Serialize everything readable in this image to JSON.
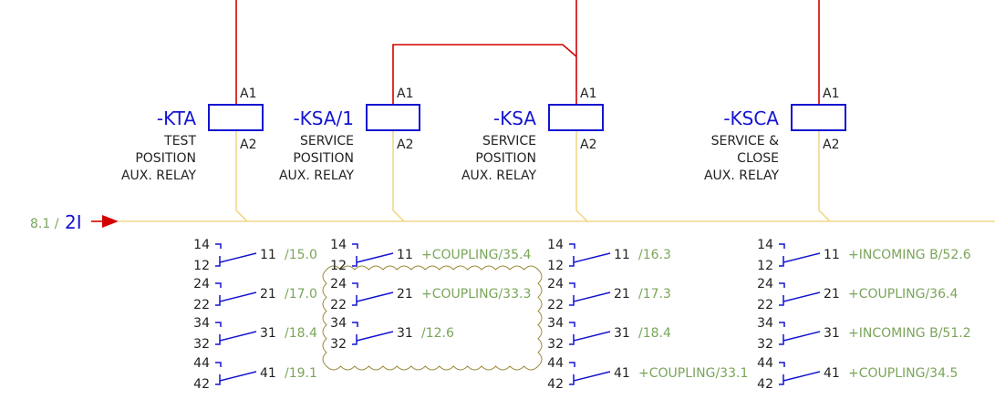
{
  "signal": {
    "ref": "8.1 /",
    "name": "2I"
  },
  "relays": [
    {
      "tag": "-KTA",
      "description": [
        "TEST",
        "POSITION",
        "AUX. RELAY"
      ],
      "pin_top": "A1",
      "pin_bottom": "A2",
      "contacts": [
        {
          "no": "14",
          "nc": "12",
          "com": "11",
          "ref": "/15.0"
        },
        {
          "no": "24",
          "nc": "22",
          "com": "21",
          "ref": "/17.0"
        },
        {
          "no": "34",
          "nc": "32",
          "com": "31",
          "ref": "/18.4"
        },
        {
          "no": "44",
          "nc": "42",
          "com": "41",
          "ref": "/19.1"
        }
      ]
    },
    {
      "tag": "-KSA/1",
      "description": [
        "SERVICE",
        "POSITION",
        "AUX. RELAY"
      ],
      "pin_top": "A1",
      "pin_bottom": "A2",
      "contacts": [
        {
          "no": "14",
          "nc": "12",
          "com": "11",
          "ref": "+COUPLING/35.4"
        },
        {
          "no": "24",
          "nc": "22",
          "com": "21",
          "ref": "+COUPLING/33.3"
        },
        {
          "no": "34",
          "nc": "32",
          "com": "31",
          "ref": "/12.6"
        }
      ]
    },
    {
      "tag": "-KSA",
      "description": [
        "SERVICE",
        "POSITION",
        "AUX. RELAY"
      ],
      "pin_top": "A1",
      "pin_bottom": "A2",
      "contacts": [
        {
          "no": "14",
          "nc": "12",
          "com": "11",
          "ref": "/16.3"
        },
        {
          "no": "24",
          "nc": "22",
          "com": "21",
          "ref": "/17.3"
        },
        {
          "no": "34",
          "nc": "32",
          "com": "31",
          "ref": "/18.4"
        },
        {
          "no": "44",
          "nc": "42",
          "com": "41",
          "ref": "+COUPLING/33.1"
        }
      ]
    },
    {
      "tag": "-KSCA",
      "description": [
        "SERVICE &",
        "CLOSE",
        "AUX. RELAY"
      ],
      "pin_top": "A1",
      "pin_bottom": "A2",
      "contacts": [
        {
          "no": "14",
          "nc": "12",
          "com": "11",
          "ref": "+INCOMING B/52.6"
        },
        {
          "no": "24",
          "nc": "22",
          "com": "21",
          "ref": "+COUPLING/36.4"
        },
        {
          "no": "34",
          "nc": "32",
          "com": "31",
          "ref": "+INCOMING B/51.2"
        },
        {
          "no": "44",
          "nc": "42",
          "com": "41",
          "ref": "+COUPLING/34.5"
        }
      ]
    }
  ],
  "colors": {
    "supply_wire": "#d40000",
    "return_wire": "#f2d88a",
    "symbol": "#1414d2",
    "cross_reference": "#7aa55a",
    "revision_cloud": "#9a8a3a"
  }
}
